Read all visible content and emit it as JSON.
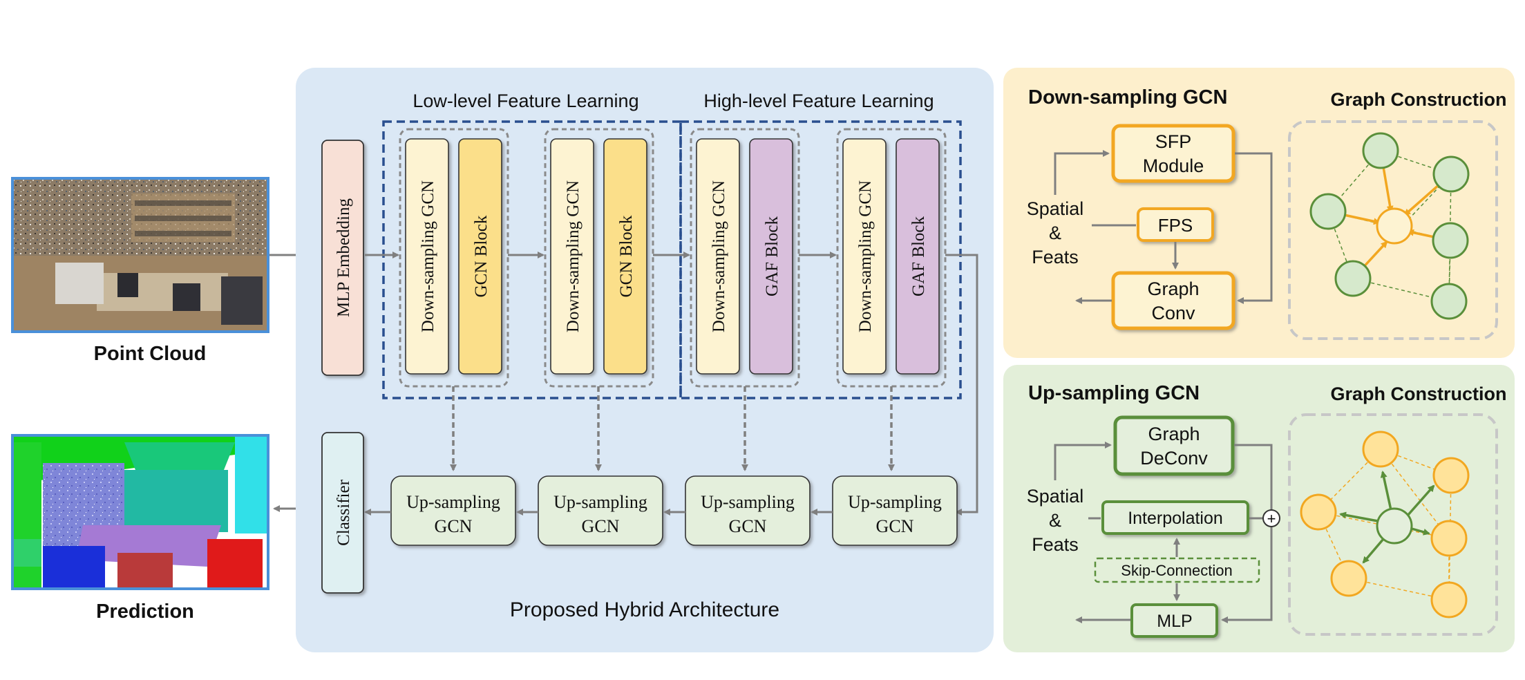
{
  "left": {
    "input_caption": "Point Cloud",
    "output_caption": "Prediction"
  },
  "main": {
    "title": "Proposed Hybrid Architecture",
    "low_level_label": "Low-level Feature Learning",
    "high_level_label": "High-level Feature Learning",
    "mlp_embedding": "MLP Embedding",
    "classifier": "Classifier",
    "encoder_stages": [
      {
        "down": "Down-sampling GCN",
        "block": "GCN Block"
      },
      {
        "down": "Down-sampling GCN",
        "block": "GCN Block"
      },
      {
        "down": "Down-sampling GCN",
        "block": "GAF Block"
      },
      {
        "down": "Down-sampling GCN",
        "block": "GAF Block"
      }
    ],
    "decoder_stages": [
      {
        "line1": "Up-sampling",
        "line2": "GCN"
      },
      {
        "line1": "Up-sampling",
        "line2": "GCN"
      },
      {
        "line1": "Up-sampling",
        "line2": "GCN"
      },
      {
        "line1": "Up-sampling",
        "line2": "GCN"
      }
    ]
  },
  "down_panel": {
    "title": "Down-sampling GCN",
    "graph_title": "Graph Construction",
    "sfp_line1": "SFP",
    "sfp_line2": "Module",
    "fps": "FPS",
    "graph_conv_line1": "Graph",
    "graph_conv_line2": "Conv",
    "input_line1": "Spatial",
    "input_line2": "&",
    "input_line3": "Feats"
  },
  "up_panel": {
    "title": "Up-sampling GCN",
    "graph_title": "Graph Construction",
    "deconv_line1": "Graph",
    "deconv_line2": "DeConv",
    "interpolation": "Interpolation",
    "skip": "Skip-Connection",
    "mlp": "MLP",
    "sum_symbol": "+",
    "input_line1": "Spatial",
    "input_line2": "&",
    "input_line3": "Feats"
  },
  "colors": {
    "main_bg": "#dbe8f5",
    "down_panel_bg": "#fdefcc",
    "up_panel_bg": "#e3efd9",
    "orange": "#f2a720",
    "green": "#5a8f3a",
    "gcn_block": "#fbdf8a",
    "gaf_block": "#d9bfdc",
    "down_block": "#fdf3d2",
    "up_block": "#e4efdc",
    "mlp_embed": "#f8e0d6",
    "classifier": "#dff0f2",
    "dashed_blue": "#2a4f8f",
    "arrow_gray": "#7f7f7f"
  }
}
